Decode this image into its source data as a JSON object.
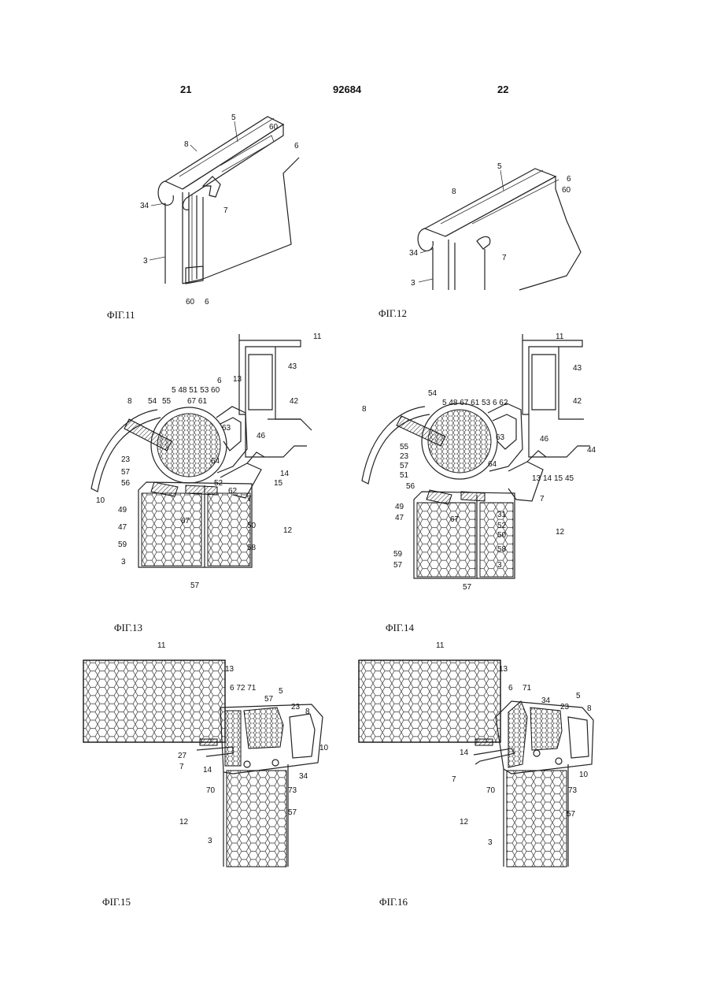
{
  "header": {
    "left": "21",
    "center": "92684",
    "right": "22"
  },
  "figures": [
    {
      "caption": "ΦΙΓ.11",
      "labels": {
        "l5": "5",
        "l60a": "60",
        "l8": "8",
        "l6a": "6",
        "l34": "34",
        "l7": "7",
        "l3": "3",
        "l60b": "60",
        "l6b": "6"
      }
    },
    {
      "caption": "ΦΙΓ.12",
      "labels": {
        "l5": "5",
        "l6": "6",
        "l8": "8",
        "l60": "60",
        "l34": "34",
        "l7": "7",
        "l3": "3"
      }
    },
    {
      "caption": "ΦΙΓ.13",
      "labels": {
        "l11": "11",
        "l43": "43",
        "l13": "13",
        "l6": "6",
        "l42": "42",
        "row": "5 48 51 53 60",
        "row2": "67 61",
        "l8": "8",
        "l54": "54",
        "l55": "55",
        "l63": "63",
        "l46": "46",
        "l23": "23",
        "l64": "64",
        "l14": "14",
        "l15": "15",
        "l57": "57",
        "l56": "56",
        "l52": "52",
        "l62": "62",
        "l7": "7",
        "l10": "10",
        "l49": "49",
        "l47": "47",
        "l67": "67",
        "l50": "50",
        "l12": "12",
        "l59": "59",
        "l58": "58",
        "l3": "3",
        "l57b": "57"
      }
    },
    {
      "caption": "ΦΙΓ.14",
      "labels": {
        "l11": "11",
        "l43": "43",
        "l54": "54",
        "row": "5 48 67 61 53 6 62",
        "l42": "42",
        "l8": "8",
        "l55": "55",
        "l63": "63",
        "l46": "46",
        "l44": "44",
        "l23": "23",
        "l57": "57",
        "l51": "51",
        "l64": "64",
        "l13": "13",
        "l14": "14",
        "l15": "15",
        "l45": "45",
        "l56": "56",
        "l7": "7",
        "l49": "49",
        "l47": "47",
        "l67": "67",
        "l31": "31",
        "l52": "52",
        "l50": "50",
        "l12": "12",
        "l58": "58",
        "l59": "59",
        "l57b": "57",
        "l3": "3",
        "l57c": "57"
      }
    },
    {
      "caption": "ΦΙΓ.15",
      "labels": {
        "l11": "11",
        "l13": "13",
        "row": "6 72 71",
        "l57": "57",
        "l5": "5",
        "l23": "23",
        "l8": "8",
        "l10": "10",
        "l27": "27",
        "l7": "7",
        "l14": "14",
        "l34": "34",
        "l70": "70",
        "l73": "73",
        "l57b": "57",
        "l12": "12",
        "l3": "3"
      }
    },
    {
      "caption": "ΦΙΓ.16",
      "labels": {
        "l11": "11",
        "l13": "13",
        "l6": "6",
        "l71": "71",
        "l34": "34",
        "l5": "5",
        "l23": "23",
        "l8": "8",
        "l14": "14",
        "l10": "10",
        "l7": "7",
        "l70": "70",
        "l73": "73",
        "l57": "57",
        "l12": "12",
        "l3": "3"
      }
    }
  ]
}
